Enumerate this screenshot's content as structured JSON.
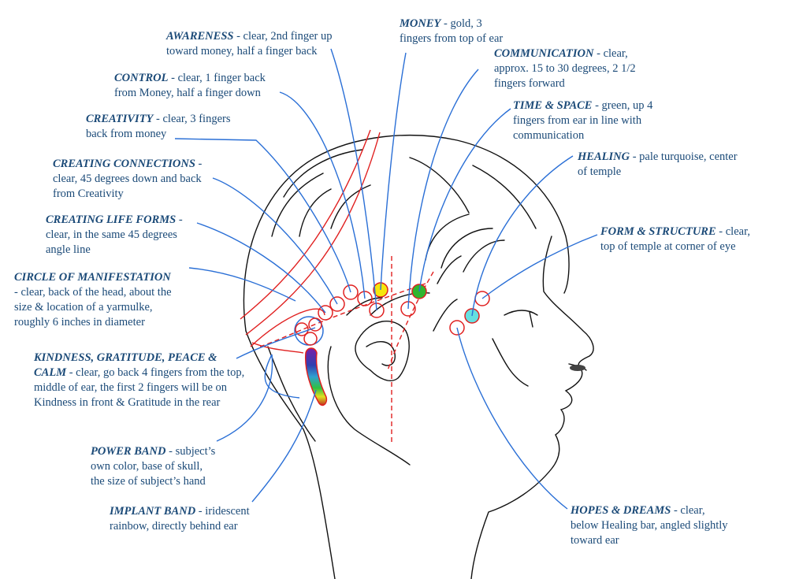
{
  "colors": {
    "text": "#1b4a78",
    "leader": "#2a6fd6",
    "band": "#e02020",
    "outline": "#111111",
    "money": "#f5e60c",
    "time_space": "#2fb52f",
    "healing": "#66e0e0"
  },
  "labels": {
    "awareness": {
      "title": "AWARENESS",
      "desc1": " - clear, 2nd finger up",
      "desc2": "toward money, half a finger back"
    },
    "money": {
      "title": "MONEY",
      "desc1": " - gold, 3",
      "desc2": "fingers from top of ear"
    },
    "communication": {
      "title": "COMMUNICATION",
      "desc1": " - clear,",
      "desc2": "approx. 15 to 30 degrees, 2 1/2",
      "desc3": "fingers forward"
    },
    "control": {
      "title": "CONTROL",
      "desc1": " - clear, 1 finger back",
      "desc2": "from Money, half a finger down"
    },
    "creativity": {
      "title": "CREATIVITY",
      "desc1": " - clear, 3 fingers",
      "desc2": "back from money"
    },
    "time_space": {
      "title": "TIME & SPACE",
      "desc1": " - green, up 4",
      "desc2": "fingers from ear in line with",
      "desc3": "communication"
    },
    "healing": {
      "title": "HEALING",
      "desc1": " - pale turquoise, center",
      "desc2": "of temple"
    },
    "creating_connections": {
      "title": "CREATING CONNECTIONS",
      "desc1": " -",
      "desc2": "clear, 45 degrees down and back",
      "desc3": "from Creativity"
    },
    "creating_life_forms": {
      "title": "CREATING LIFE FORMS",
      "desc1": " -",
      "desc2": "clear, in the same 45 degrees",
      "desc3": "angle line"
    },
    "form_structure": {
      "title": "FORM & STRUCTURE",
      "desc1": " - clear,",
      "desc2": "top of temple at corner of eye"
    },
    "circle_manifestation": {
      "title": "CIRCLE OF MANIFESTATION",
      "desc2": "- clear, back of the head, about the",
      "desc3": "size & location of a yarmulke,",
      "desc4": "roughly 6 inches in diameter"
    },
    "kindness": {
      "title": "KINDNESS, GRATITUDE, PEACE &",
      "title2": "CALM",
      "desc1": " - clear, go back 4 fingers from the top,",
      "desc2": "middle of ear, the first 2 fingers will be on",
      "desc3": "Kindness in front & Gratitude in the rear"
    },
    "power_band": {
      "title": "POWER BAND",
      "desc1": " - subject’s",
      "desc2": "own color, base of skull,",
      "desc3": "the size of subject’s hand"
    },
    "implant_band": {
      "title": "IMPLANT BAND",
      "desc1": " - iridescent",
      "desc2": "rainbow, directly behind ear"
    },
    "hopes_dreams": {
      "title": "HOPES & DREAMS",
      "desc1": " - clear,",
      "desc2": "below Healing bar, angled slightly",
      "desc3": "toward ear"
    }
  }
}
